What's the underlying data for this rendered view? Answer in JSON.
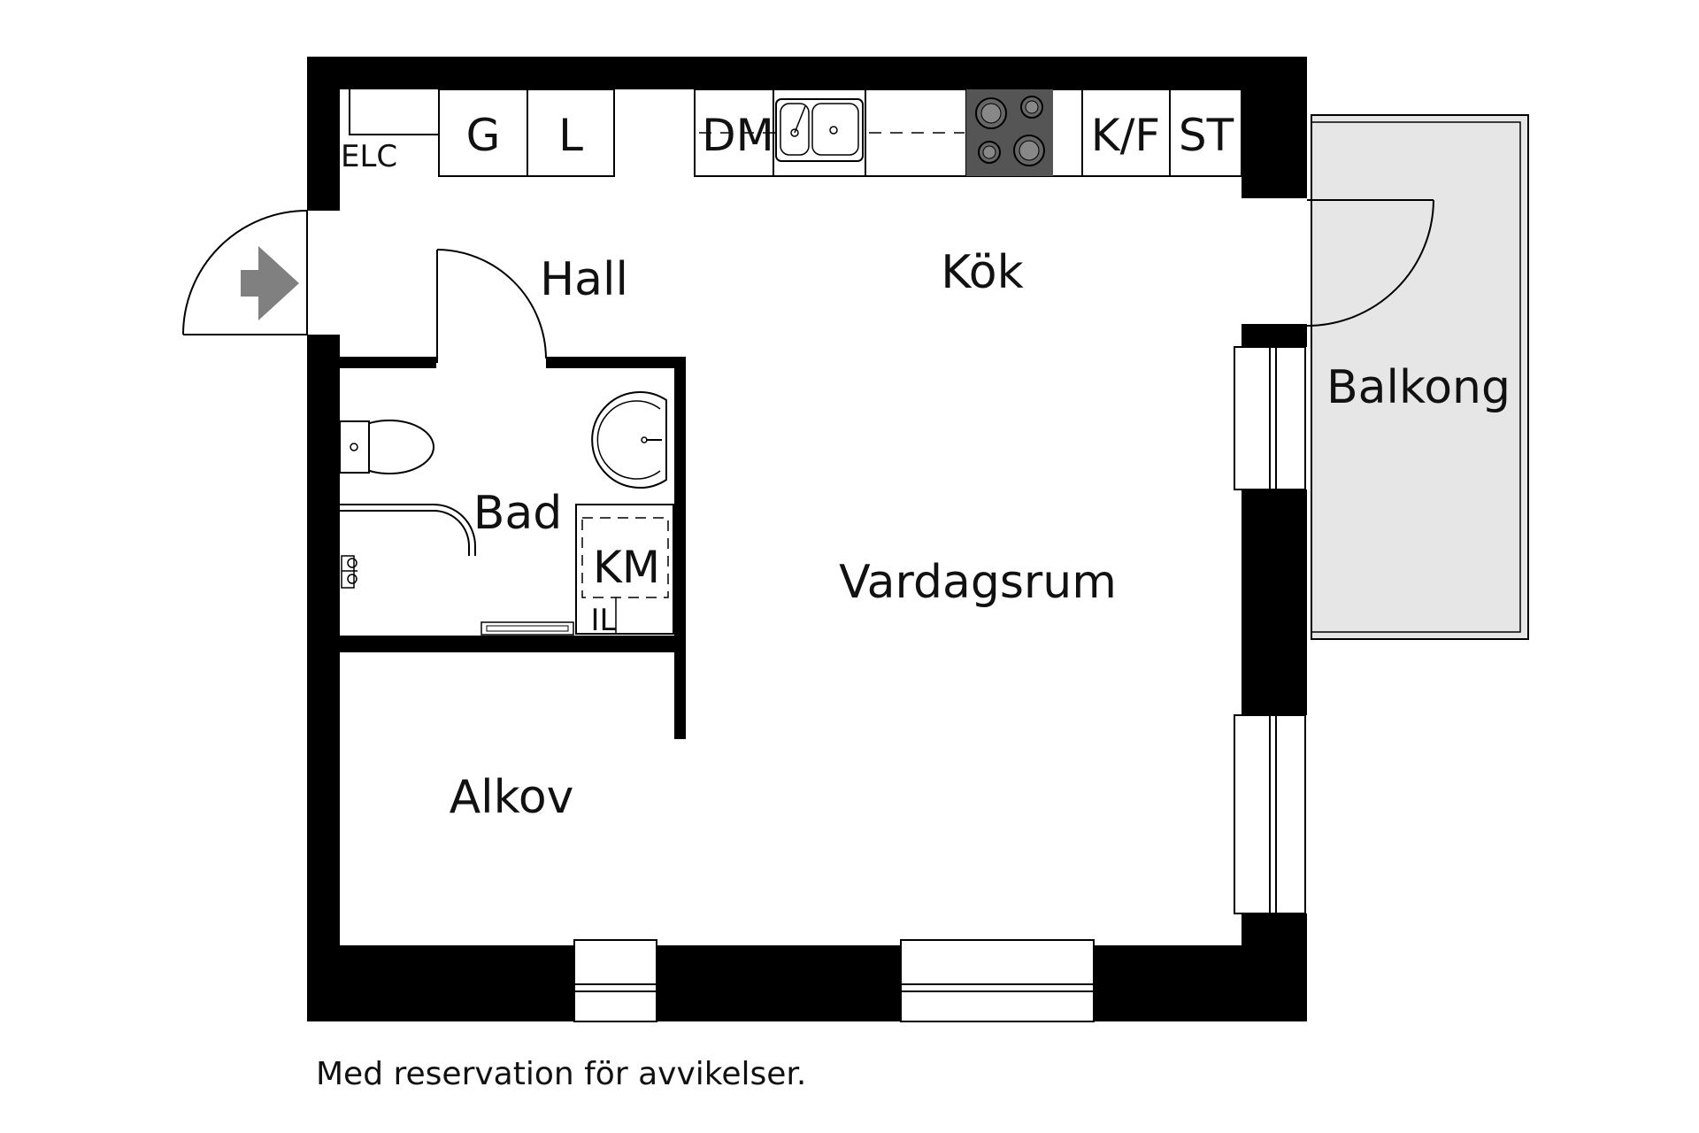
{
  "rooms": {
    "hall": "Hall",
    "kok": "Kök",
    "balkong": "Balkong",
    "bad": "Bad",
    "vardagsrum": "Vardagsrum",
    "alkov": "Alkov"
  },
  "fixtures": {
    "elc": "ELC",
    "g": "G",
    "l": "L",
    "dm": "DM",
    "kf": "K/F",
    "st": "ST",
    "km": "KM",
    "il": "IL"
  },
  "footer": {
    "disclaimer": "Med reservation för avvikelser."
  },
  "colors": {
    "wall": "#000000",
    "balcony": "#e6e6e6",
    "stove": "#555555",
    "entrance_arrow": "#808080"
  }
}
